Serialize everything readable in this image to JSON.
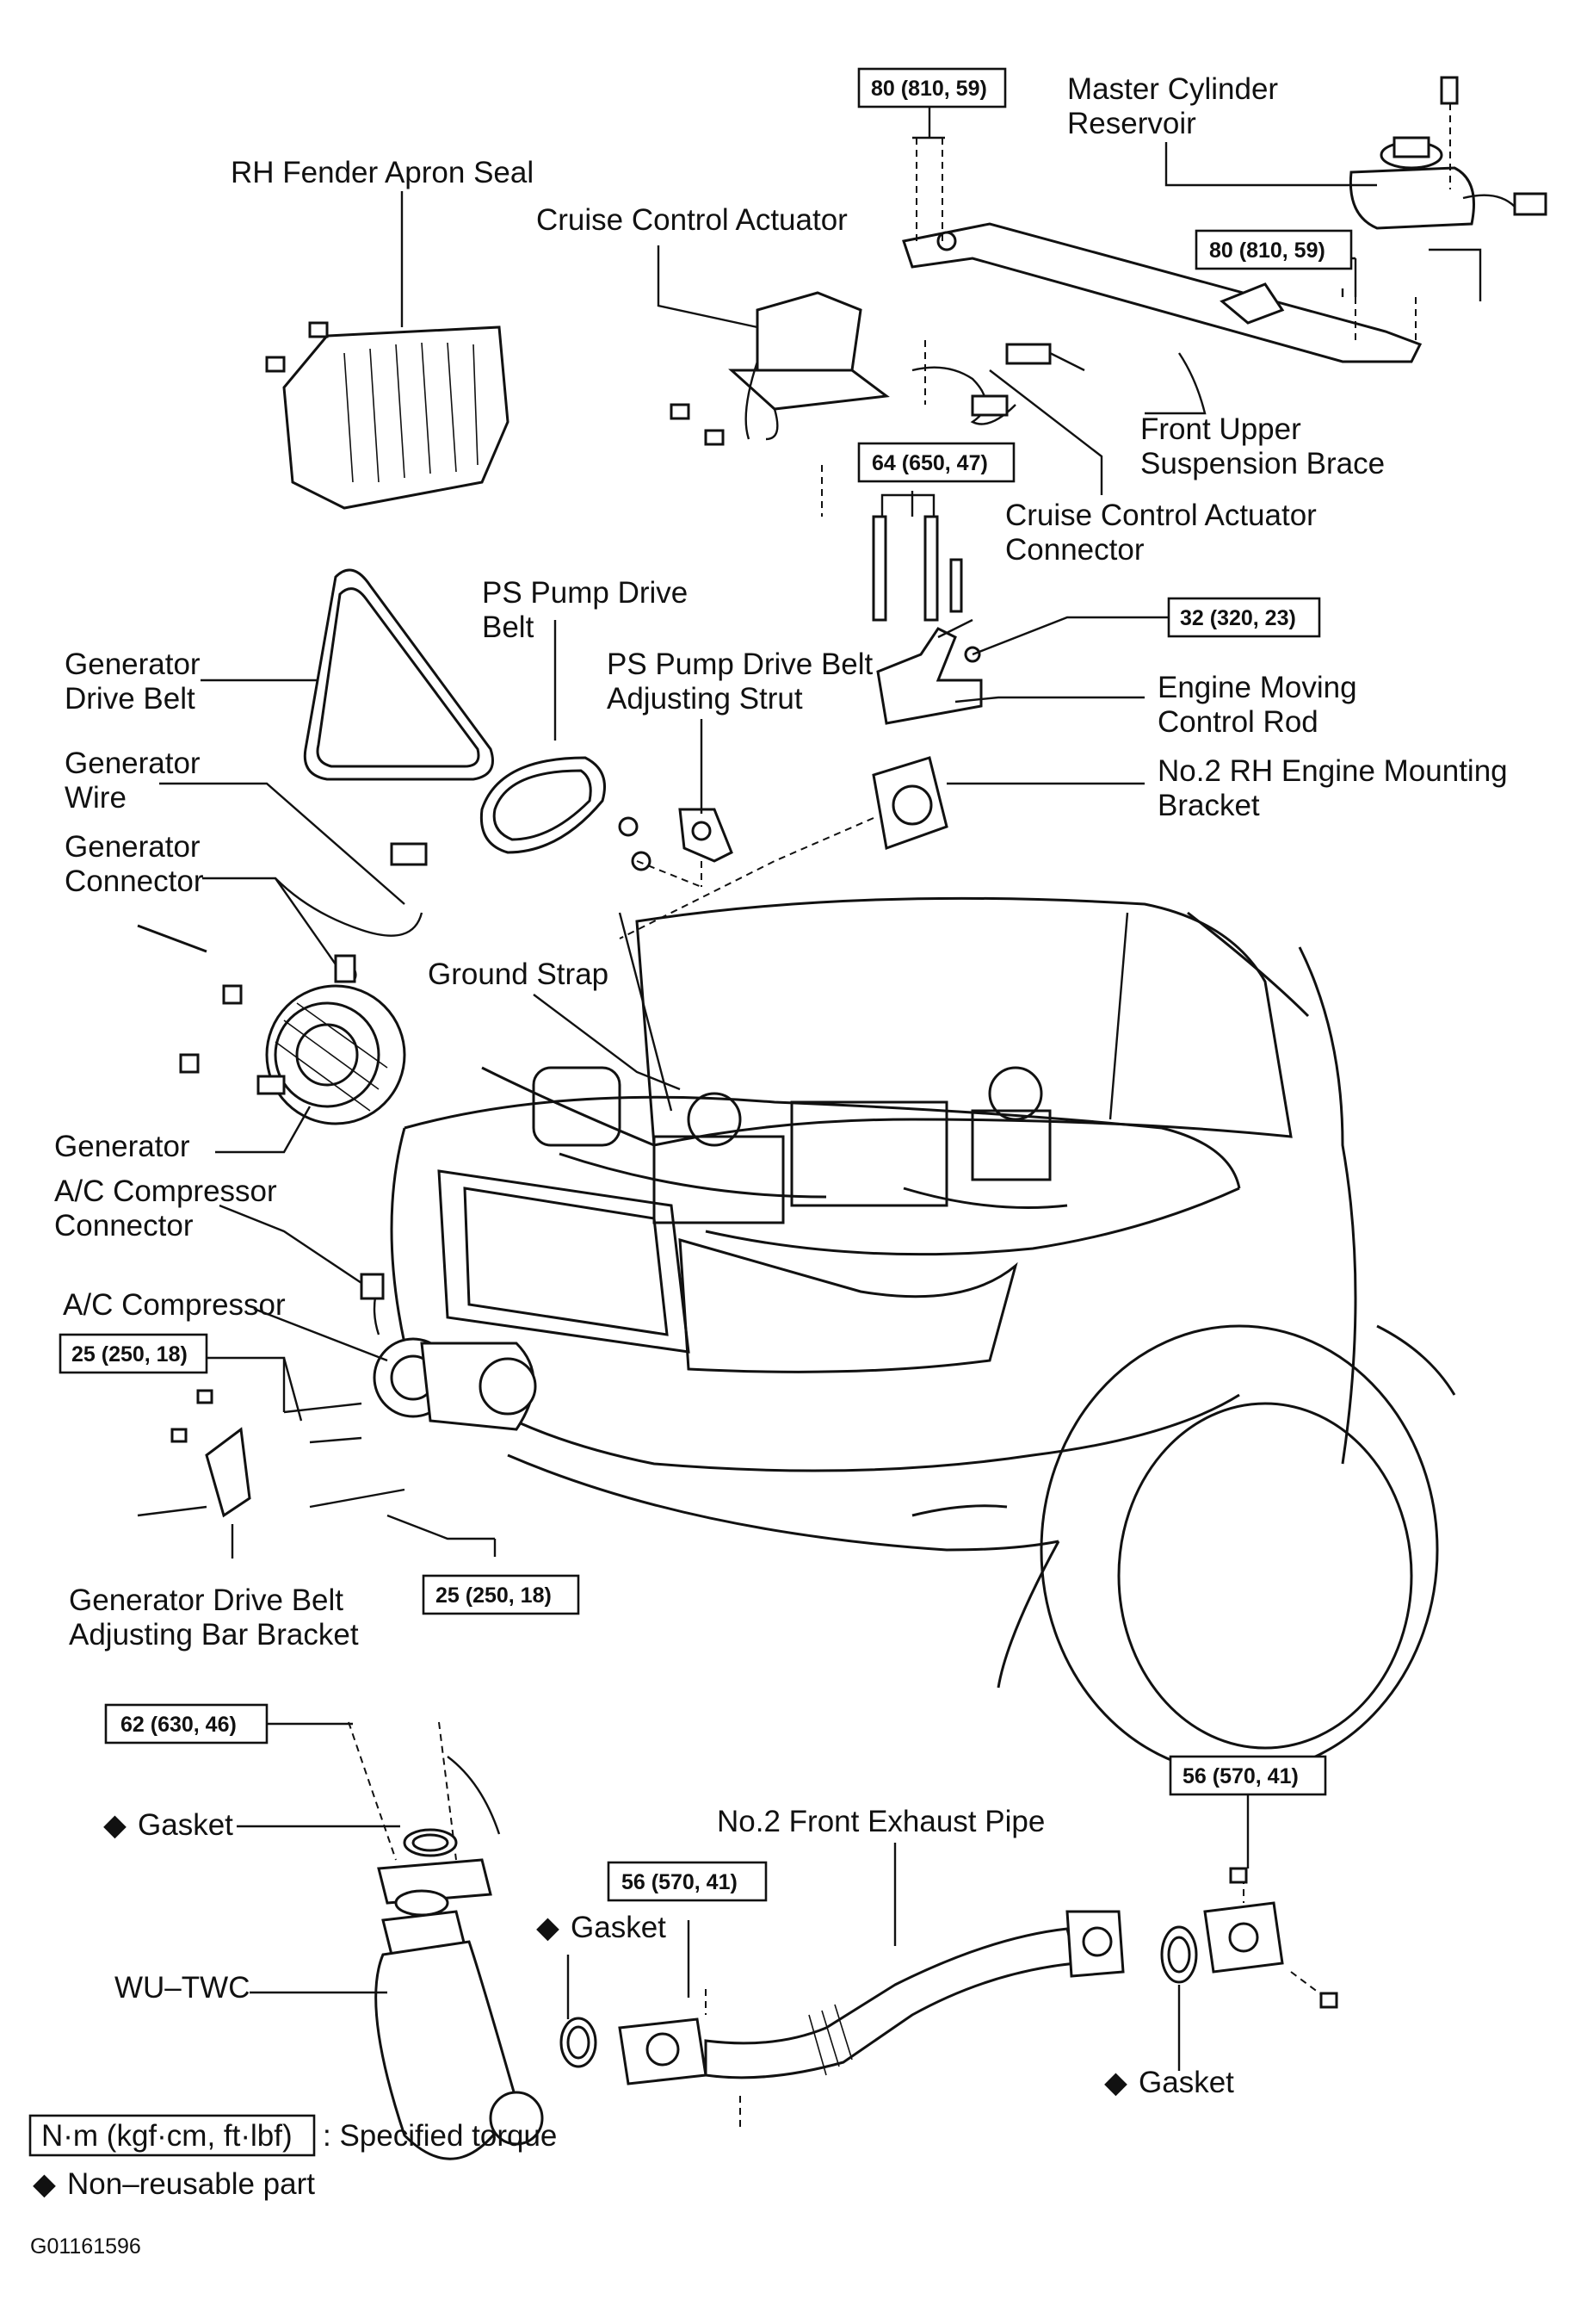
{
  "labels": {
    "master_cylinder_reservoir": [
      "Master Cylinder",
      "Reservoir"
    ],
    "rh_fender_apron_seal": "RH Fender Apron Seal",
    "cruise_control_actuator": "Cruise Control Actuator",
    "front_upper_suspension_brace": [
      "Front Upper",
      "Suspension Brace"
    ],
    "cruise_control_actuator_connector": [
      "Cruise Control Actuator",
      "Connector"
    ],
    "ps_pump_drive_belt": [
      "PS Pump Drive",
      "Belt"
    ],
    "generator_drive_belt": [
      "Generator",
      "Drive Belt"
    ],
    "ps_pump_drive_belt_adjusting_strut": [
      "PS Pump Drive Belt",
      "Adjusting Strut"
    ],
    "engine_moving_control_rod": [
      "Engine Moving",
      "Control Rod"
    ],
    "no2_rh_engine_mounting_bracket": [
      "No.2 RH Engine Mounting",
      "Bracket"
    ],
    "generator_wire": [
      "Generator",
      "Wire"
    ],
    "generator_connector": [
      "Generator",
      "Connector"
    ],
    "ground_strap": "Ground Strap",
    "generator": "Generator",
    "ac_compressor_connector": [
      "A/C Compressor",
      "Connector"
    ],
    "ac_compressor": "A/C Compressor",
    "generator_drive_belt_adjusting_bar_bracket": [
      "Generator Drive Belt",
      "Adjusting Bar Bracket"
    ],
    "gasket": "Gasket",
    "no2_front_exhaust_pipe": "No.2 Front Exhaust Pipe",
    "wu_twc": "WU–TWC"
  },
  "torque": {
    "brace_left": "80 (810, 59)",
    "brace_right": "80 (810, 59)",
    "mount_bolts": "64 (650, 47)",
    "control_rod": "32 (320, 23)",
    "compressor_upper": "25 (250, 18)",
    "compressor_lower": "25 (250, 18)",
    "twc_upper": "62 (630, 46)",
    "exhaust_right": "56 (570, 41)",
    "exhaust_mid": "56 (570, 41)"
  },
  "legend": {
    "torque_unit": "N·m (kgf·cm, ft·lbf)",
    "torque_desc": ": Specified torque",
    "nonreusable_symbol": "◆",
    "nonreusable_desc": "Non–reusable part"
  },
  "figure_code": "G01161596"
}
